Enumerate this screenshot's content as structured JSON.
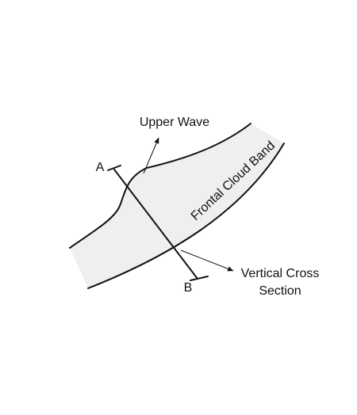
{
  "diagram": {
    "labels": {
      "upper_wave": "Upper Wave",
      "frontal_cloud_band": "Frontal Cloud Band",
      "point_a": "A",
      "point_b": "B",
      "vertical_cross_section_line1": "Vertical Cross",
      "vertical_cross_section_line2": "Section"
    },
    "colors": {
      "cloud_band_fill": "#efefef",
      "line": "#111111",
      "background": "#ffffff"
    }
  }
}
